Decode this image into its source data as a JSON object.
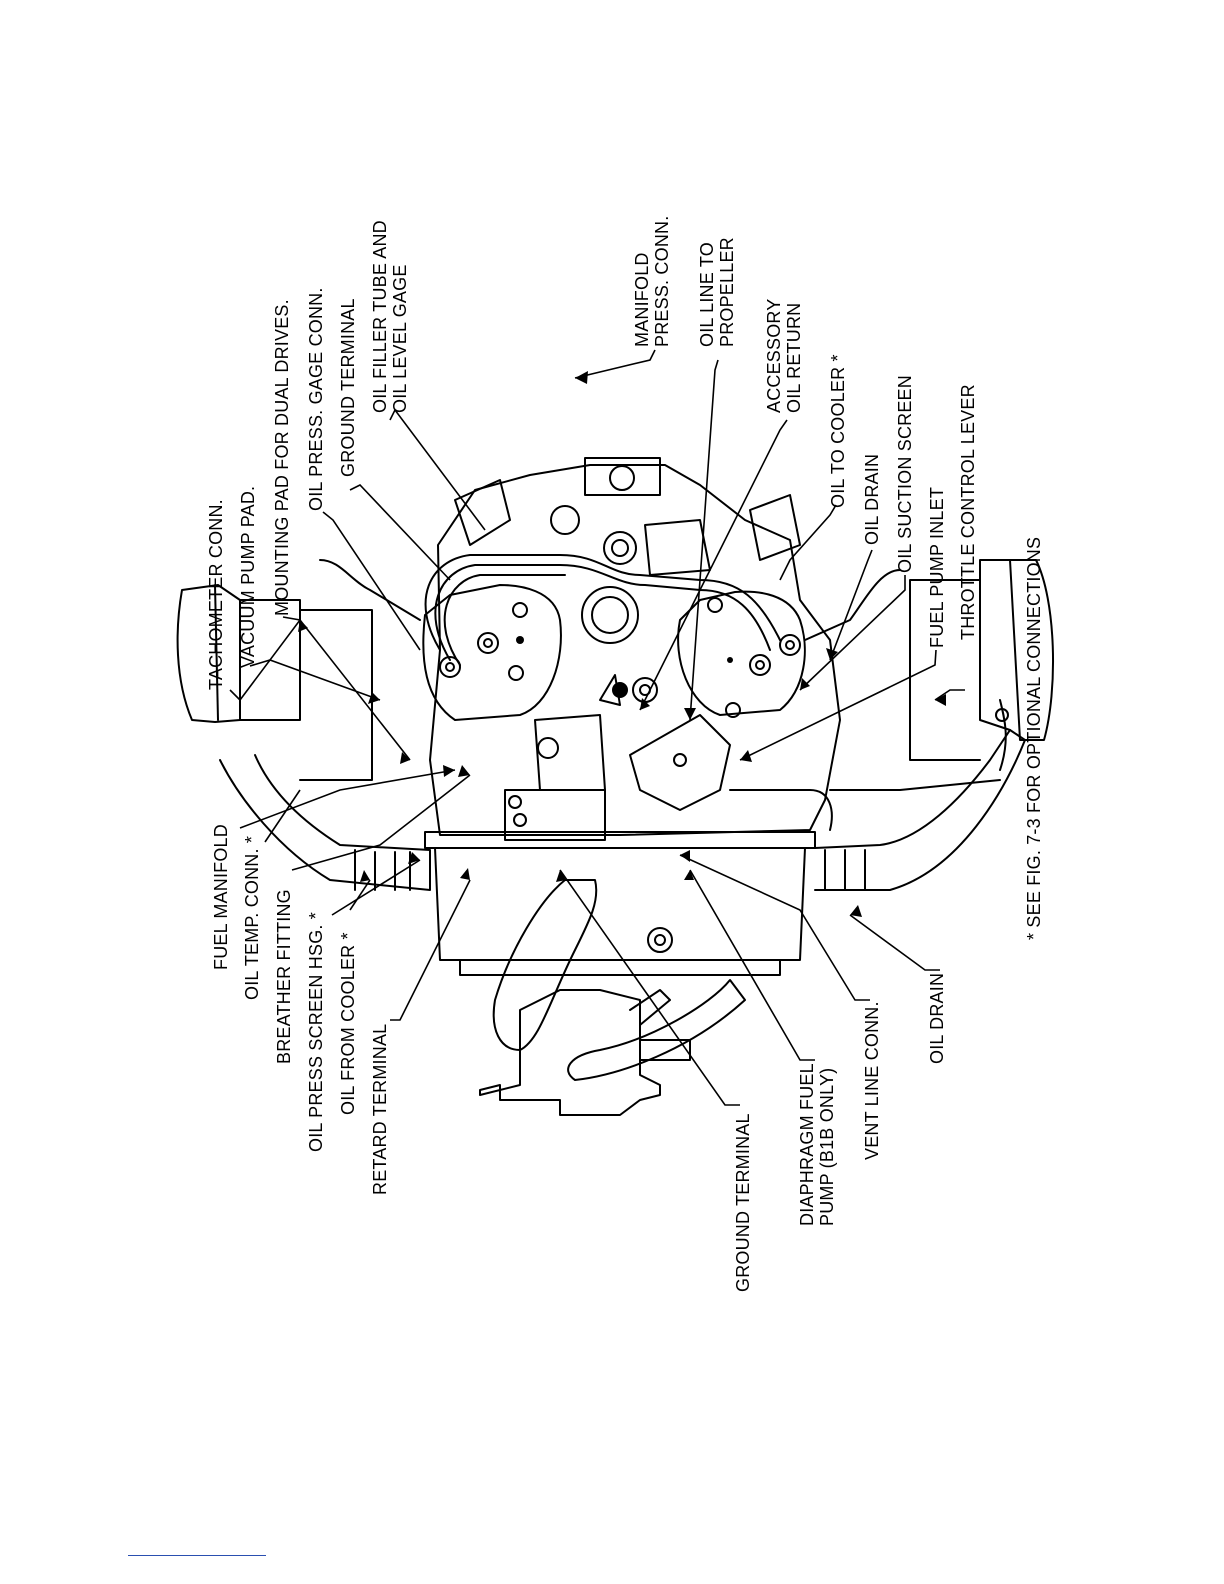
{
  "labels": {
    "fuel_manifold": "FUEL MANIFOLD",
    "oil_temp_conn": "OIL TEMP. CONN. *",
    "breather_fitting": "BREATHER FITTING",
    "oil_press_screen_hsg": "OIL PRESS SCREEN HSG. *",
    "oil_from_cooler": "OIL FROM COOLER *",
    "retard_terminal": "RETARD TERMINAL",
    "ground_terminal_bottom": "GROUND TERMINAL",
    "diaphragm_fuel_pump_1": "DIAPHRAGM FUEL",
    "diaphragm_fuel_pump_2": "PUMP (B1B ONLY)",
    "vent_line_conn": "VENT LINE CONN.",
    "oil_drain_bottom": "OIL DRAIN",
    "see_fig": "* SEE FIG. 7-3 FOR OPTIONAL CONNECTIONS",
    "tach_conn": "TACHOMETER CONN.",
    "vacuum_pump_pad": "VACUUM PUMP PAD.",
    "mounting_pad": "MOUNTING PAD FOR DUAL DRIVES.",
    "oil_press_gage_conn": "OIL PRESS. GAGE CONN.",
    "ground_terminal_top": "GROUND TERMINAL",
    "oil_filler_1": "OIL FILLER TUBE AND",
    "oil_filler_2": "OIL LEVEL GAGE",
    "manifold_press_1": "MANIFOLD",
    "manifold_press_2": "PRESS. CONN.",
    "oil_line_prop_1": "OIL LINE TO",
    "oil_line_prop_2": "PROPELLER",
    "accessory_oil_1": "ACCESSORY",
    "accessory_oil_2": "OIL RETURN",
    "oil_to_cooler": "OIL TO COOLER *",
    "oil_drain_top": "OIL DRAIN",
    "oil_suction_screen": "OIL SUCTION SCREEN",
    "fuel_pump_inlet": "FUEL PUMP INLET",
    "throttle_control_lever": "THROTTLE CONTROL LEVER"
  },
  "colors": {
    "ink": "#000000",
    "paper": "#ffffff",
    "footer_rule": "#2a4fb0"
  }
}
